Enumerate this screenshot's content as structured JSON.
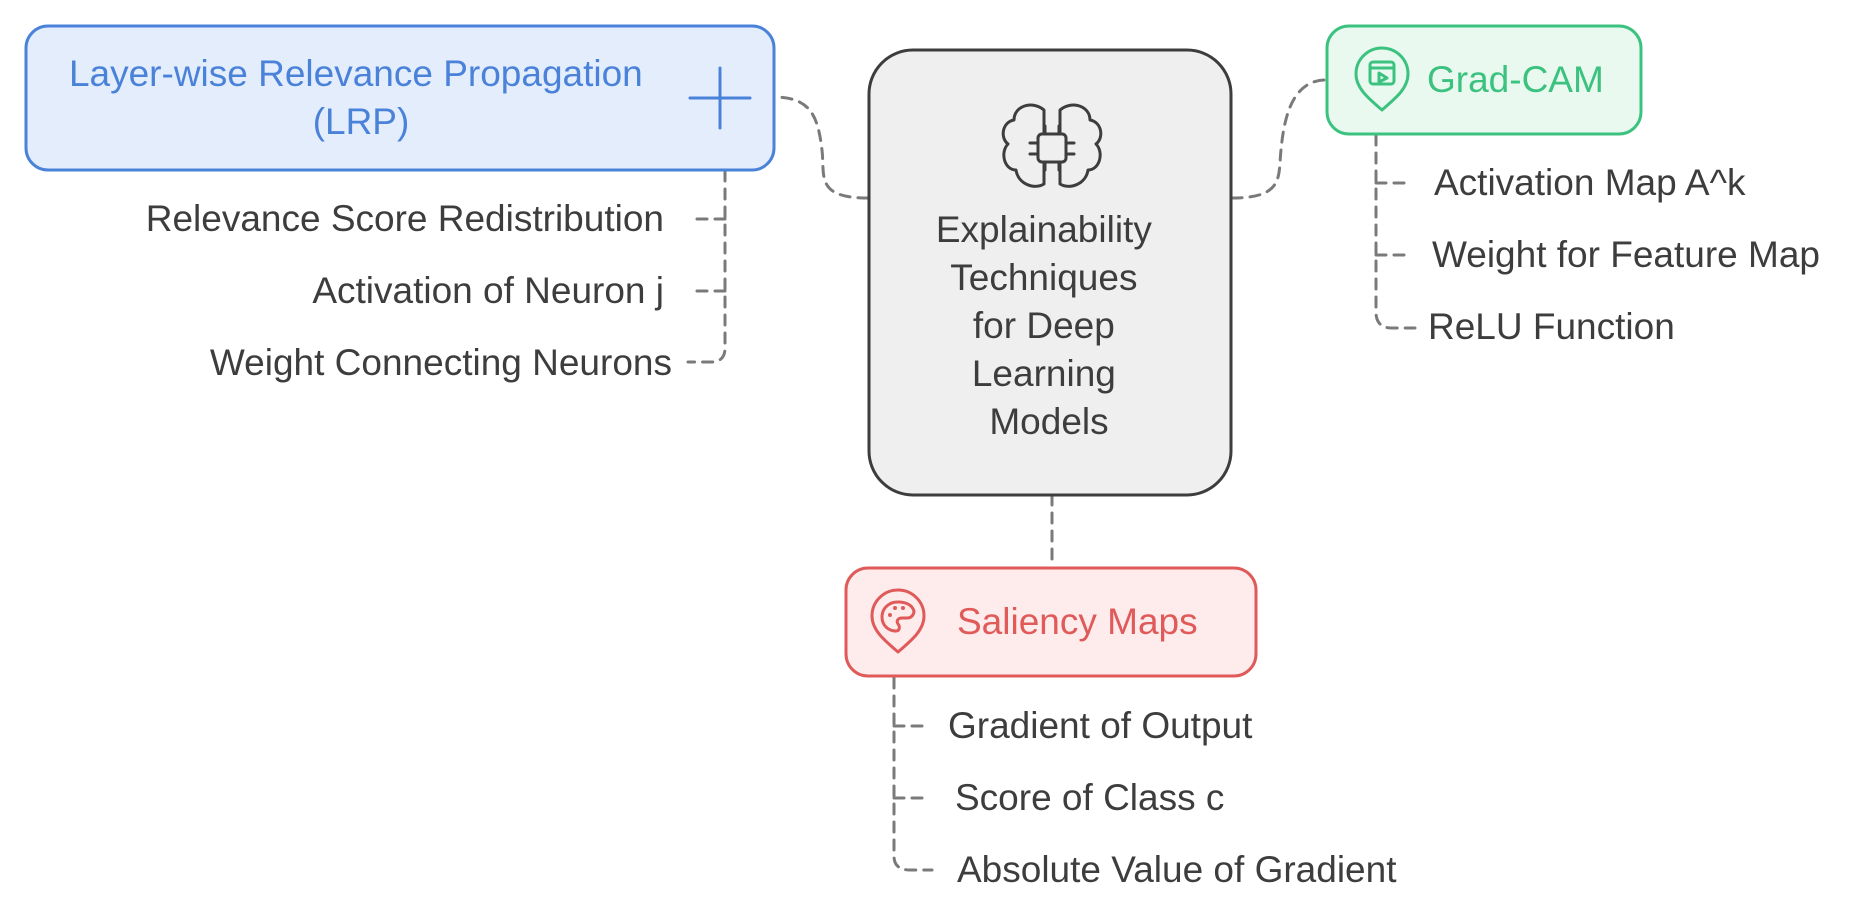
{
  "diagram": {
    "center": {
      "label_lines": [
        "Explainability",
        "Techniques",
        "for Deep",
        "Learning",
        "Models"
      ],
      "icon": "brain-chip-icon"
    },
    "branches": {
      "lrp": {
        "title_lines": [
          "Layer-wise Relevance Propagation",
          "(LRP)"
        ],
        "icon": "plus-icon",
        "accent": "#4a82d9",
        "fill": "#e3edfc",
        "items": [
          "Relevance Score Redistribution",
          "Activation of Neuron j",
          "Weight Connecting Neurons"
        ]
      },
      "gradcam": {
        "title": "Grad-CAM",
        "icon": "pin-film-icon",
        "accent": "#3cc27f",
        "fill": "#e9f9f0",
        "items": [
          "Activation Map A^k",
          "Weight for Feature Map",
          "ReLU Function"
        ]
      },
      "saliency": {
        "title": "Saliency Maps",
        "icon": "pin-palette-icon",
        "accent": "#e05a5a",
        "fill": "#fdeceb",
        "items": [
          "Gradient of Output",
          "Score of Class c",
          "Absolute Value of Gradient"
        ]
      }
    },
    "colors": {
      "text": "#3d3d3d",
      "connector": "#7a7a7a",
      "center_fill": "#efefef",
      "center_stroke": "#3d3d3d"
    }
  }
}
